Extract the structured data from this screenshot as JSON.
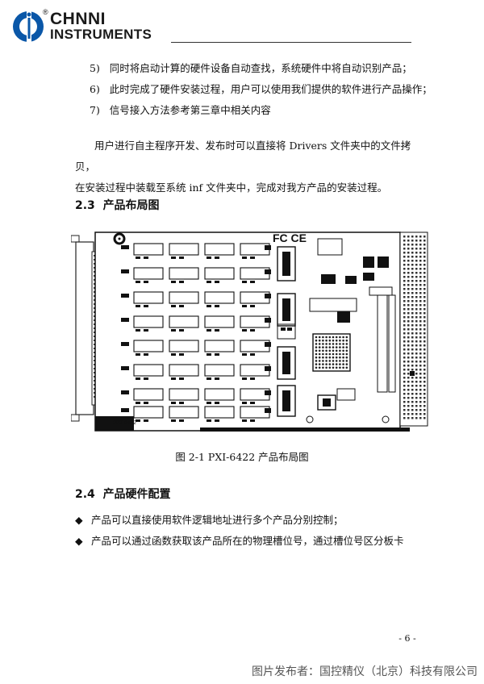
{
  "header": {
    "brand_top": "CHNNI",
    "brand_bottom": "INSTRUMENTS",
    "registered_mark": "®",
    "logo_icon": "ci-logo-icon"
  },
  "steps": [
    {
      "num": "5)",
      "text": "同时将启动计算的硬件设备自动查找，系统硬件中将自动识别产品；"
    },
    {
      "num": "6)",
      "text": "此时完成了硬件安装过程，用户可以使用我们提供的软件进行产品操作；"
    },
    {
      "num": "7)",
      "text": "信号接入方法参考第三章中相关内容"
    }
  ],
  "paragraph": {
    "line1": "用户进行自主程序开发、发布时可以直接将 Drivers 文件夹中的文件拷贝，",
    "line2": "在安装过程中装载至系统 inf 文件夹中，完成对我方产品的安装过程。"
  },
  "section_layout": {
    "num": "2.3",
    "title": "产品布局图"
  },
  "figure": {
    "board_label": "PXI-6422",
    "caption": "图  2-1    PXI-6422 产品布局图",
    "cert_marks": "FC CE"
  },
  "section_hw": {
    "num": "2.4",
    "title": "产品硬件配置"
  },
  "bullets": [
    {
      "icon": "◆",
      "text": "产品可以直接使用软件逻辑地址进行多个产品分别控制；"
    },
    {
      "icon": "◆",
      "text": "产品可以通过函数获取该产品所在的物理槽位号，通过槽位号区分板卡"
    }
  ],
  "page_number": "- 6 -",
  "watermark": "图片发布者：国控精仪（北京）科技有限公司"
}
